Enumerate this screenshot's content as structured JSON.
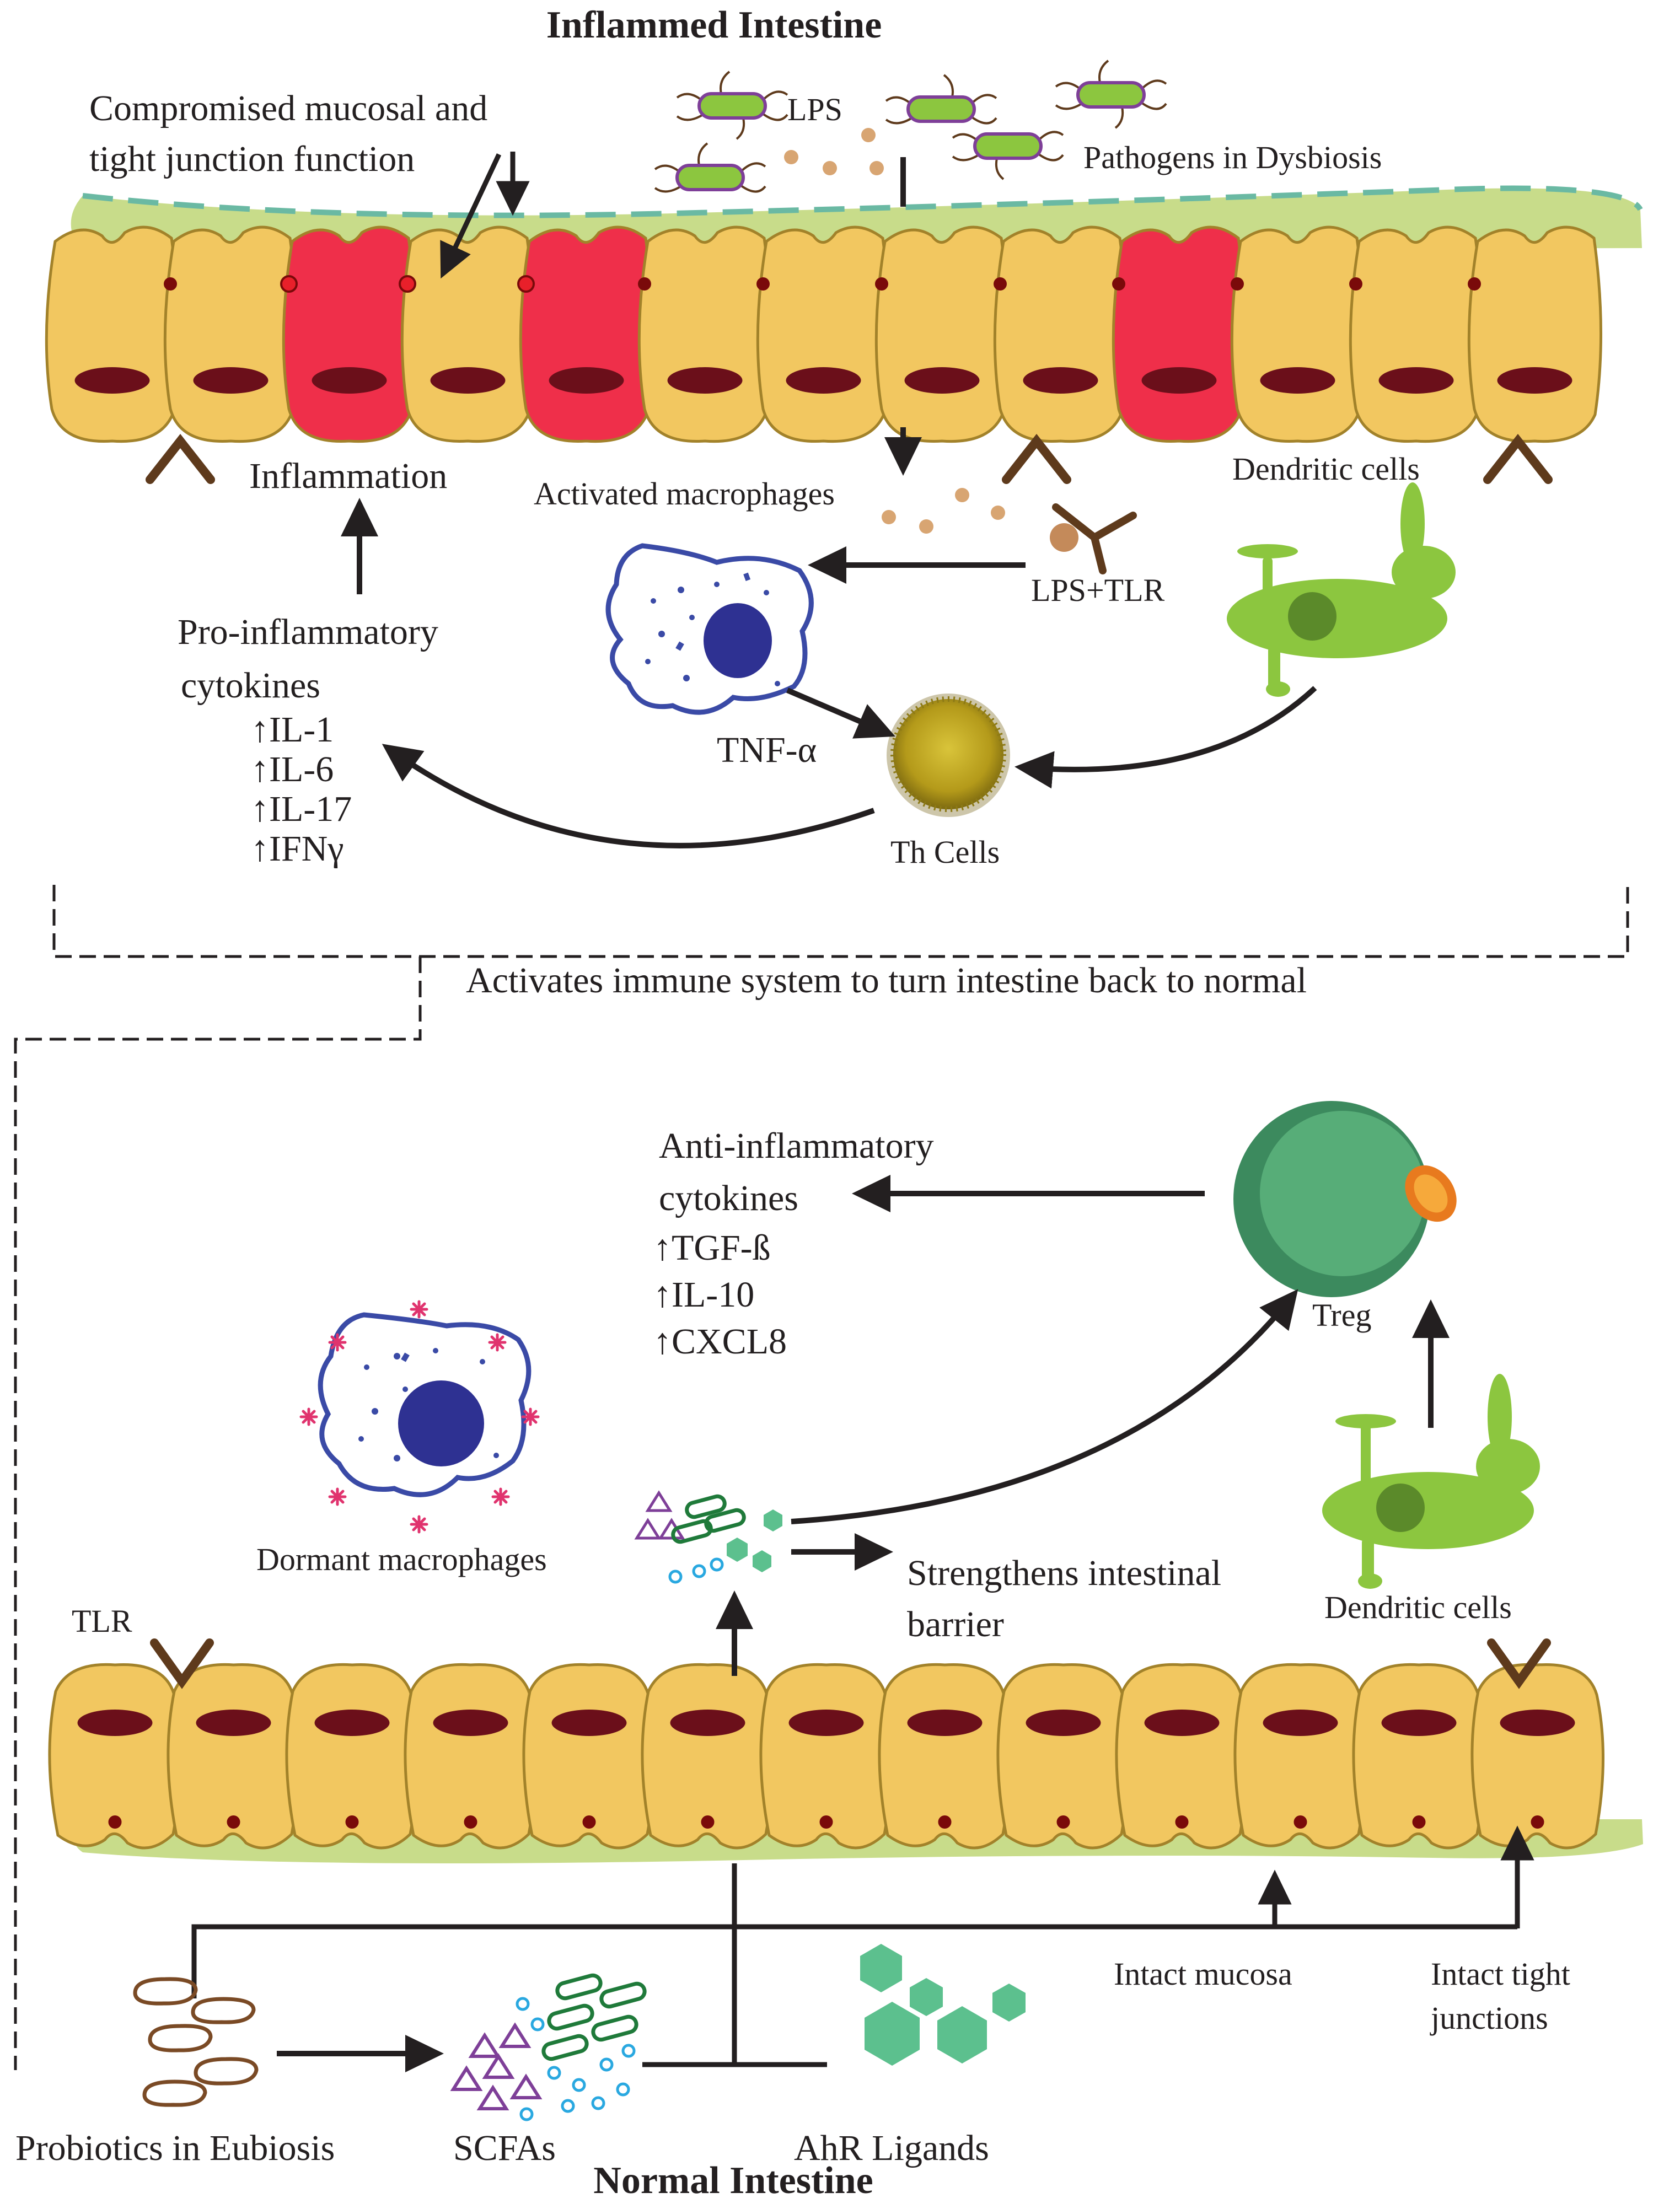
{
  "colors": {
    "cell_normal": "#f2c760",
    "cell_inflamed": "#ef2f4a",
    "cell_stroke": "#a2822a",
    "nucleus": "#6b0f1a",
    "junction": "#7a0a0a",
    "mucus": "#c8dc8a",
    "mucus_dash": "#6ab9a3",
    "macrophage_stroke": "#3a4aa6",
    "macrophage_nucleus": "#2e3192",
    "dendritic": "#8cc63f",
    "treg_outer": "#3c8a5e",
    "treg_inner": "#57ad78",
    "th_cell": "#b9a01c",
    "receptor": "#5e3a1c",
    "lps_dot": "#d8a572",
    "bacteria_body": "#8cc63f",
    "bacteria_outline": "#7e3f98",
    "scfa_triangle": "#7e3f98",
    "scfa_capsule": "#1f7a3a",
    "scfa_circle": "#29a8e0",
    "ahr_hexagon": "#5cc08e",
    "cytokine_star": "#e0336e",
    "probiotic": "#7a4a25"
  },
  "top": {
    "title": "Inflammed Intestine",
    "compromised_line1": "Compromised mucosal and",
    "compromised_line2": "tight junction function",
    "lps": "LPS",
    "pathogens": "Pathogens in Dysbiosis",
    "inflammation": "Inflammation",
    "activated_macrophages": "Activated macrophages",
    "dendritic_cells": "Dendritic cells",
    "lps_tlr": "LPS+TLR",
    "pro_line1": "Pro-inflammatory",
    "pro_line2": "cytokines",
    "pro_cytokines": [
      "↑IL-1",
      "↑IL-6",
      "↑IL-17",
      "↑IFNγ"
    ],
    "tnf": "TNF-α",
    "th_cells": "Th Cells"
  },
  "middle": {
    "activates": "Activates immune system to turn intestine back to normal"
  },
  "bottom": {
    "anti_line1": "Anti-inflammatory",
    "anti_line2": "cytokines",
    "anti_cytokines": [
      "↑TGF-ß",
      "↑IL-10",
      "↑CXCL8"
    ],
    "treg": "Treg",
    "dormant_macrophages": "Dormant macrophages",
    "strengthens_line1": "Strengthens intestinal",
    "strengthens_line2": "barrier",
    "dendritic_cells": "Dendritic cells",
    "tlr": "TLR",
    "intact_mucosa": "Intact mucosa",
    "intact_tight_line1": "Intact tight",
    "intact_tight_line2": "junctions",
    "probiotics": "Probiotics in Eubiosis",
    "scfas": "SCFAs",
    "ahr_ligands": "AhR Ligands",
    "title": "Normal Intestine"
  }
}
